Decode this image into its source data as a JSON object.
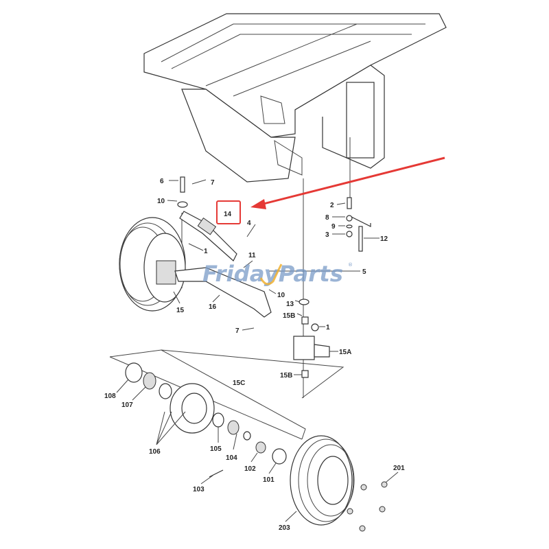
{
  "watermark": {
    "text": "FridayParts",
    "reg": "®",
    "color": "#7a9cc8",
    "accent": "#f0b030"
  },
  "highlight": {
    "label": "14",
    "color": "#e53935"
  },
  "callouts": [
    "6",
    "7",
    "10",
    "4",
    "1",
    "11",
    "5",
    "10",
    "15",
    "16",
    "2",
    "8",
    "9",
    "3",
    "12",
    "13",
    "15B",
    "1",
    "7",
    "15A",
    "15B",
    "15C",
    "108",
    "107",
    "106",
    "105",
    "104",
    "102",
    "101",
    "103",
    "203",
    "201"
  ]
}
